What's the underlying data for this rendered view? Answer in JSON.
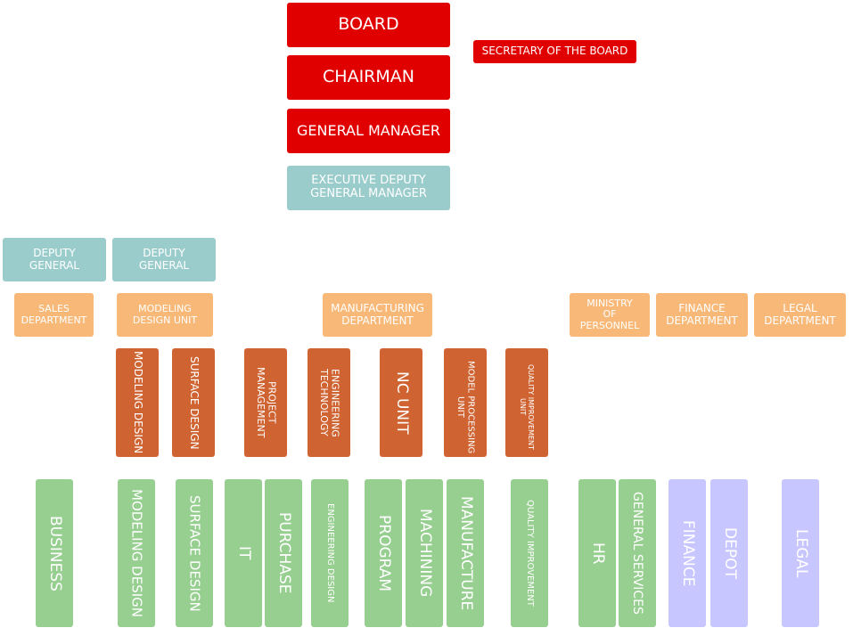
{
  "top": {
    "board": "BOARD",
    "chairman": "CHAIRMAN",
    "general_manager": "GENERAL MANAGER",
    "secretary": "SECRETARY OF THE BOARD",
    "executive_deputy": "EXECUTIVE DEPUTY GENERAL MANAGER"
  },
  "deputies": [
    "DEPUTY GENERAL",
    "DEPUTY GENERAL"
  ],
  "departments": {
    "sales": "SALES DEPARTMENT",
    "modeling_design_unit": "MODELING DESIGN UNIT",
    "manufacturing": "MANUFACTURING DEPARTMENT",
    "personnel": "MINISTRY OF PERSONNEL",
    "finance": "FINANCE DEPARTMENT",
    "legal": "LEGAL DEPARTMENT"
  },
  "units": {
    "modeling_design": "MODELING DESIGN",
    "surface_design": "SURFACE DESIGN",
    "project_management": "PROJECT MANAGEMENT",
    "engineering_technology": "ENGINEERING TECHNOLOGY",
    "nc_unit": "NC UNIT",
    "model_processing": "MODEL PROCESSING UNIT",
    "quality_improvement_unit": "QUALITY IMPROVEMENT UNIT"
  },
  "teams": {
    "business": "BUSINESS",
    "modeling_design": "MODELING DESIGN",
    "surface_design": "SURFACE DESIGN",
    "it": "IT",
    "purchase": "PURCHASE",
    "engineering_design": "ENGINEERING DESIGN",
    "program": "PROGRAM",
    "machining": "MACHINING",
    "manufacture": "MANUFACTURE",
    "quality_improvement": "QUALITY IMPROVEMENT",
    "hr": "HR",
    "general_services": "GENERAL SERVICES",
    "finance": "FINANCE",
    "depot": "DEPOT",
    "legal": "LEGAL"
  },
  "colors": {
    "executive": "#e00000",
    "deputy": "#9bcccc",
    "department": "#f8b878",
    "unit": "#cf6331",
    "team": "#97cf90",
    "finance_legal_team": "#c8c6ff"
  }
}
